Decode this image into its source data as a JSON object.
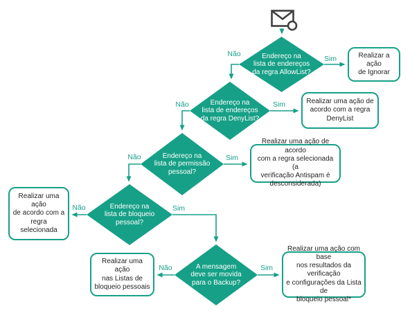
{
  "colors": {
    "accent": "#17A088",
    "text": "#1F1F1F",
    "icon": "#404040"
  },
  "icon": {
    "name": "email-message-icon"
  },
  "edge_labels": {
    "yes": "Sim",
    "no": "Não"
  },
  "decisions": [
    {
      "label": "Endereço na\nlista de endereços\nda regra AllowList?"
    },
    {
      "label": "Endereço na\nlista de endereços\nda regra DenyList?"
    },
    {
      "label": "Endereço na\nlista de permissão\npessoal?"
    },
    {
      "label": "Endereço na\nlista de bloqueio\npessoal?"
    },
    {
      "label": "A mensagem\ndeve ser movida\npara o Backup?"
    }
  ],
  "actions": [
    {
      "label": "Realizar a ação\nde Ignorar"
    },
    {
      "label": "Realizar uma ação de\nacordo com a regra\nDenyList"
    },
    {
      "label": "Realizar uma ação de acordo\ncom a regra selecionada (a\nverificação Antispam é\ndesconsiderada)"
    },
    {
      "label": "Realizar uma ação\nde acordo com a\nregra selecionada"
    },
    {
      "label": "Realizar uma ação\nnas Listas de\nbloqueio pessoais"
    },
    {
      "label": "Realizar uma ação com base\nnos resultados da verificação\ne configurações da Lista de\nbloqueio pessoal*"
    }
  ]
}
